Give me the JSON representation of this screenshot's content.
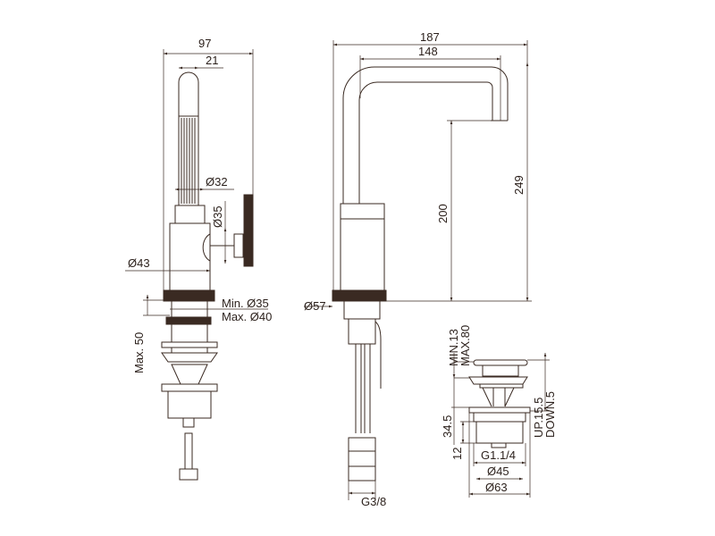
{
  "title": "Faucet technical drawing",
  "side_view": {
    "width_total": "97",
    "lever_width": "21",
    "collar_dia": "Ø32",
    "knob_dia": "Ø35",
    "body_dia": "Ø43",
    "min_hole": "Min. Ø35",
    "max_hole": "Max. Ø40",
    "max_thickness": "Max. 50"
  },
  "front_view": {
    "reach_total": "187",
    "reach_spout": "148",
    "spout_height": "200",
    "total_height": "249",
    "base_dia": "Ø57",
    "connection": "G3/8"
  },
  "waste_view": {
    "min_thickness": "MIN.13",
    "max_thickness": "MAX.80",
    "up": "UP.15.5",
    "down": "DOWN.5",
    "height": "34.5",
    "thread_len": "12",
    "thread": "G1.1/4",
    "inner_dia": "Ø45",
    "outer_dia": "Ø63"
  },
  "colors": {
    "line": "#3a2a22"
  }
}
